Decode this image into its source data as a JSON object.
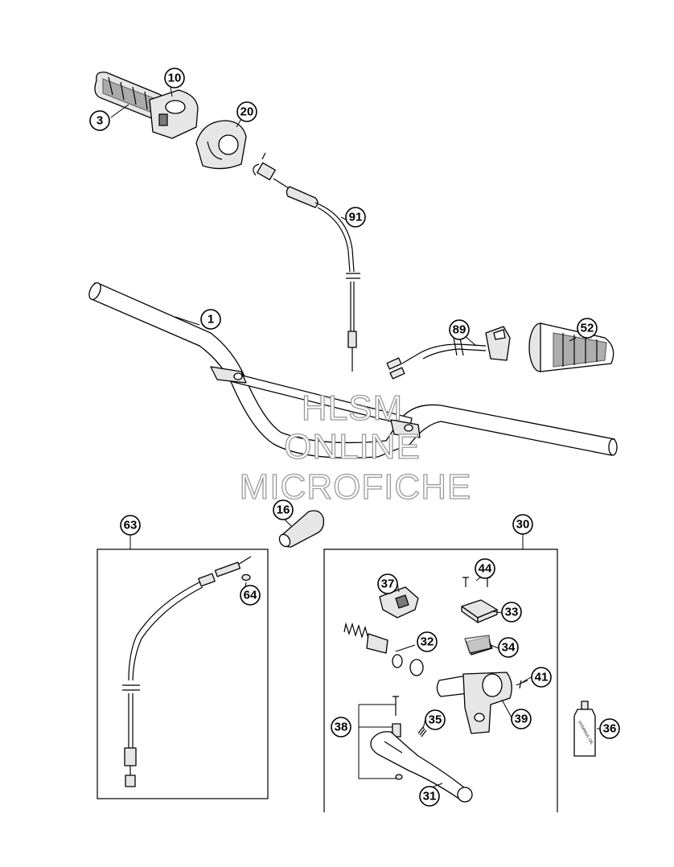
{
  "watermark": {
    "line1": "HLSM",
    "line2": "ONLINE",
    "line3": "MICROFICHE"
  },
  "parts": [
    {
      "id": "p1",
      "number": "1"
    },
    {
      "id": "p3",
      "number": "3"
    },
    {
      "id": "p10",
      "number": "10"
    },
    {
      "id": "p16",
      "number": "16"
    },
    {
      "id": "p20",
      "number": "20"
    },
    {
      "id": "p30",
      "number": "30"
    },
    {
      "id": "p31",
      "number": "31"
    },
    {
      "id": "p32",
      "number": "32"
    },
    {
      "id": "p33",
      "number": "33"
    },
    {
      "id": "p34",
      "number": "34"
    },
    {
      "id": "p35",
      "number": "35"
    },
    {
      "id": "p36",
      "number": "36"
    },
    {
      "id": "p37",
      "number": "37"
    },
    {
      "id": "p38",
      "number": "38"
    },
    {
      "id": "p39",
      "number": "39"
    },
    {
      "id": "p41",
      "number": "41"
    },
    {
      "id": "p44",
      "number": "44"
    },
    {
      "id": "p52",
      "number": "52"
    },
    {
      "id": "p63",
      "number": "63"
    },
    {
      "id": "p64",
      "number": "64"
    },
    {
      "id": "p89",
      "number": "89"
    },
    {
      "id": "p91",
      "number": "91"
    }
  ],
  "oil_bottle_label": "HYDRAUL OIL",
  "colors": {
    "line": "#000000",
    "part_fill": "#e6e6e6",
    "watermark_stroke": "#9a9a9a"
  }
}
